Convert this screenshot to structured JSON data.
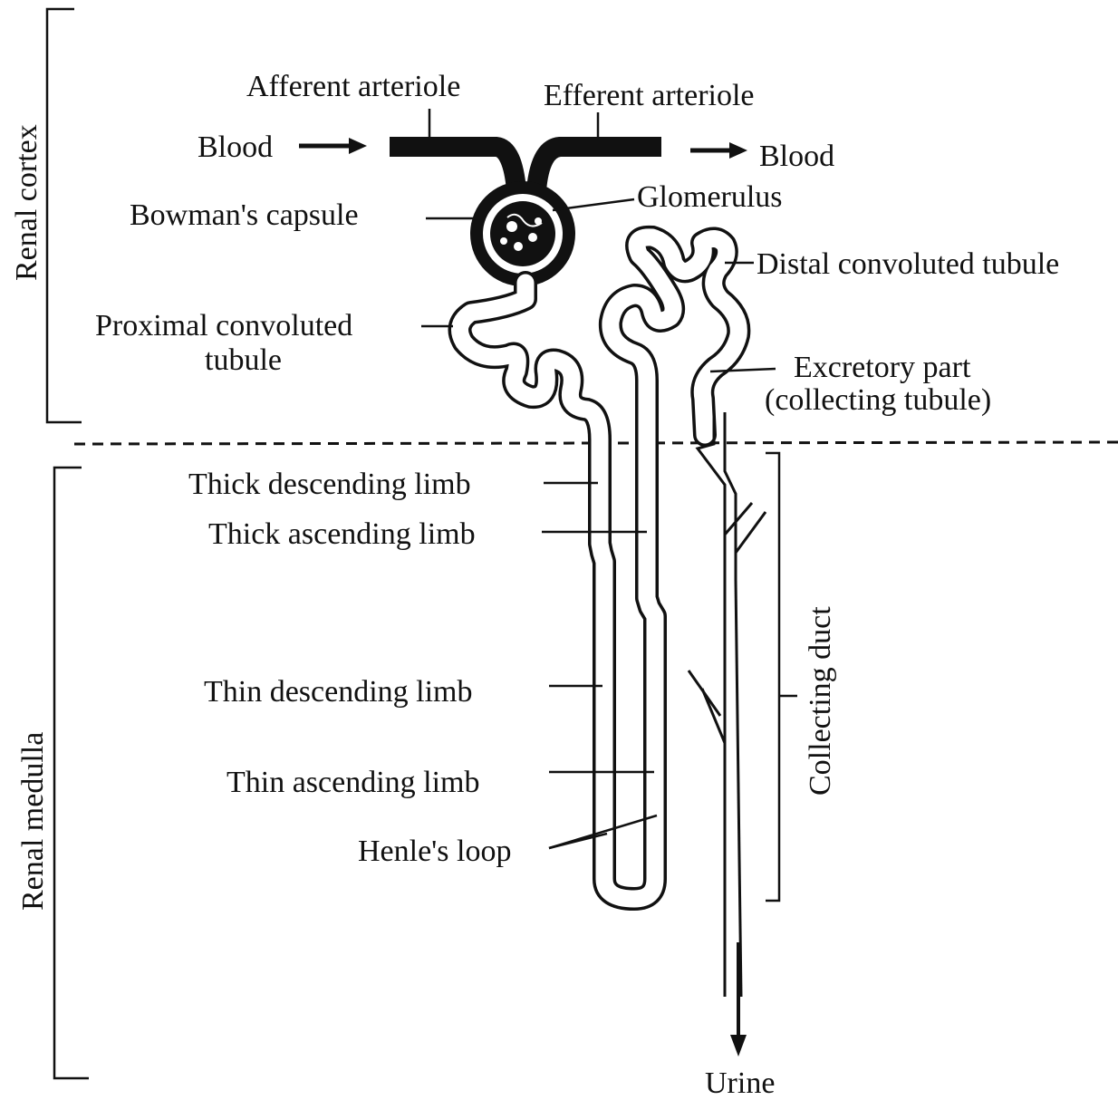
{
  "regions": {
    "cortex": "Renal cortex",
    "medulla": "Renal medulla"
  },
  "labels": {
    "afferent_arteriole": "Afferent arteriole",
    "efferent_arteriole": "Efferent arteriole",
    "blood_in": "Blood",
    "blood_out": "Blood",
    "bowmans_capsule": "Bowman's capsule",
    "glomerulus": "Glomerulus",
    "distal_convoluted_tubule": "Distal convoluted tubule",
    "proximal_convoluted_tubule_line1": "Proximal convoluted",
    "proximal_convoluted_tubule_line2": "tubule",
    "excretory_part_line1": "Excretory part",
    "excretory_part_line2": "(collecting tubule)",
    "thick_descending_limb": "Thick descending limb",
    "thick_ascending_limb": "Thick ascending limb",
    "thin_descending_limb": "Thin descending limb",
    "thin_ascending_limb": "Thin ascending limb",
    "henles_loop": "Henle's loop",
    "collecting_duct": "Collecting duct",
    "urine": "Urine"
  }
}
